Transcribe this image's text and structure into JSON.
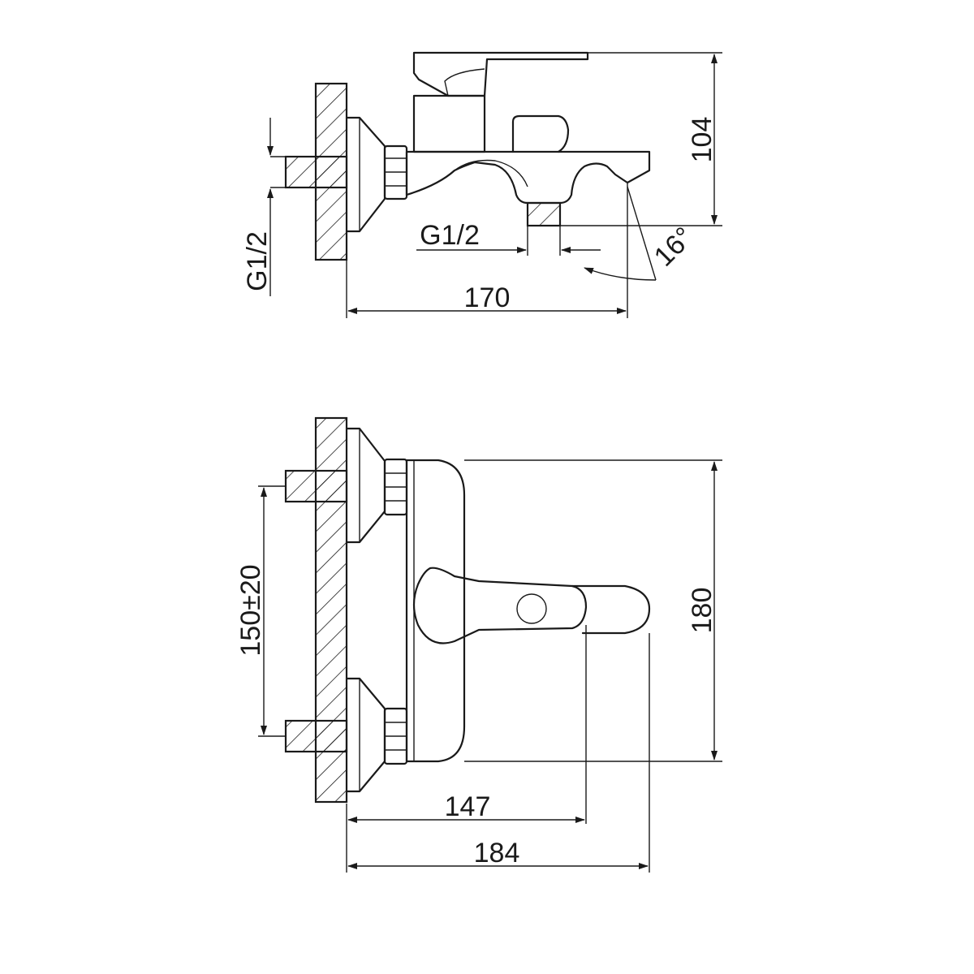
{
  "side_view": {
    "dim_height": "104",
    "dim_length": "170",
    "thread_vertical": "G1/2",
    "thread_horizontal": "G1/2",
    "angle": "16°"
  },
  "top_view": {
    "dim_spacing": "150±20",
    "dim_width": "180",
    "dim_handle": "147",
    "dim_overall": "184"
  },
  "colors": {
    "line": "#1a1a1a",
    "background": "#ffffff"
  }
}
